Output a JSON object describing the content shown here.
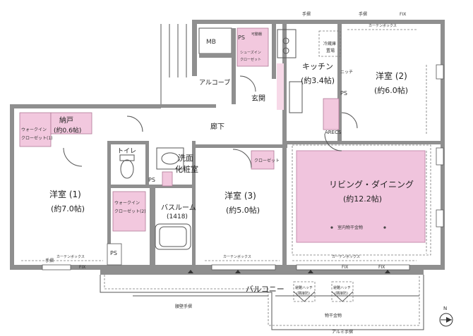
{
  "rooms": {
    "western_room_1": "洋室 (1)",
    "western_room_1_area": "(約7.0帖)",
    "western_room_2": "洋室 (2)",
    "western_room_2_area": "(約6.0帖)",
    "western_room_3": "洋室 (3)",
    "western_room_3_area": "(約5.0帖)",
    "kitchen": "キッチン",
    "kitchen_area": "(約3.4帖)",
    "living_dining": "リビング・ダイニング",
    "living_dining_area": "(約12.2帖)",
    "storage": "納戸",
    "storage_area": "(約0.6帖)",
    "toilet": "トイレ",
    "washroom_line1": "洗面",
    "washroom_line2": "化粧室",
    "bathroom": "バスルーム",
    "bathroom_size": "(1418)",
    "corridor": "廊下",
    "entrance": "玄関",
    "alcove": "アルコーブ",
    "balcony": "バルコニー"
  },
  "labels": {
    "mb": "MB",
    "ps": "PS",
    "arecs": "ARECS",
    "niche": "ニッチ",
    "walkin_closet_1a": "ウォークイン",
    "walkin_closet_1b": "クローゼット(1)",
    "walkin_closet_2a": "ウォークイン",
    "walkin_closet_2b": "クローゼット(2)",
    "closet": "クローゼット",
    "shoes_in_closet_a": "シューズイン",
    "shoes_in_closet_b": "クローゼット",
    "movable_shelf": "可動棚",
    "fridge_a": "冷蔵庫",
    "fridge_b": "置場",
    "curtain_box": "カーテンボックス",
    "fix": "FIX",
    "handrail": "手摺",
    "indoor_drying": "室内物干金物",
    "hatch_left_a": "避難ハッチ",
    "hatch_left_b": "(隣接防)",
    "hatch_right_a": "避難ハッチ",
    "hatch_right_b": "(隣接防)",
    "waist_handrail": "腰壁手摺",
    "aluminum_handrail": "アルミ手摺",
    "drying_hardware": "物干金物",
    "compass": "N"
  },
  "colors": {
    "wall": "#8f8f8f",
    "storage_fill": "#f2c8de",
    "living_fill": "#f0c4dd"
  }
}
